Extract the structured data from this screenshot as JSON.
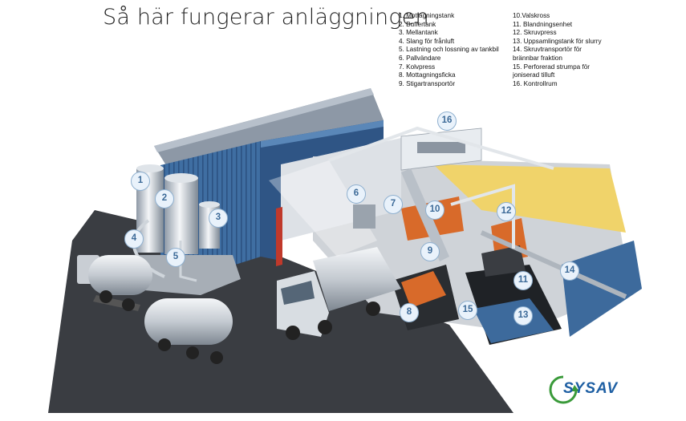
{
  "title": "Så här fungerar anläggningen",
  "legend": {
    "left": [
      "1. Mottagningstank",
      "2. Buffertank",
      "3. Mellantank",
      "4. Slang för frånluft",
      "5. Lastning och lossning av tankbil",
      "6. Pallvändare",
      "7. Kolvpress",
      "8. Mottagningsficka",
      "9. Stigartransportör"
    ],
    "right": [
      "10.Valskross",
      "11. Blandningsenhet",
      "12. Skruvpress",
      "13. Uppsamlingstank för slurry",
      "14. Skruvtransportör för",
      "  brännbar fraktion",
      "15. Perforerad strumpa för",
      "joniserad tilluft",
      "16. Kontrollrum"
    ]
  },
  "markers": [
    "1",
    "2",
    "3",
    "4",
    "5",
    "6",
    "7",
    "8",
    "9",
    "10",
    "11",
    "12",
    "13",
    "14",
    "15",
    "16"
  ],
  "logo": {
    "text": "SYSAV"
  },
  "colors": {
    "building_blue": "#3d6a9c",
    "asphalt": "#3a3d42",
    "floor_yellow": "#f0d36a",
    "orange": "#d86a2a",
    "badge_border": "#8fb0cf"
  }
}
